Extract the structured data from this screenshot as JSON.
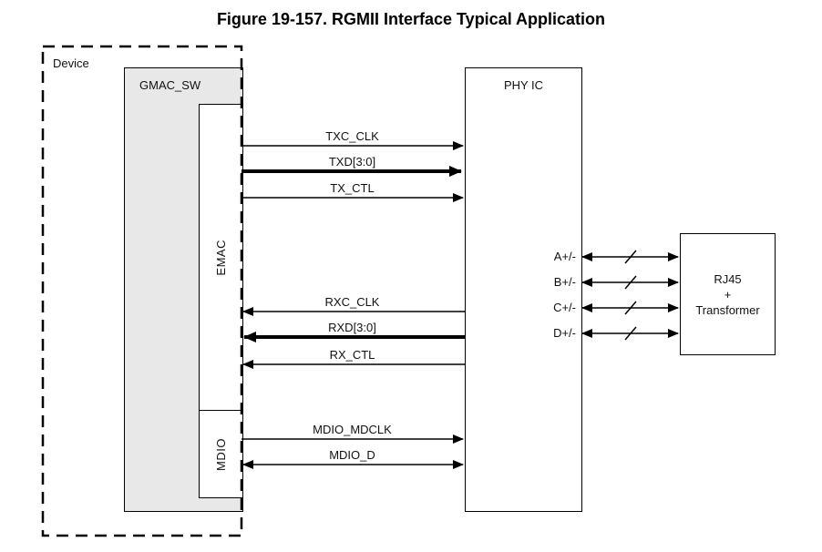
{
  "title": "Figure 19-157. RGMII Interface Typical Application",
  "device": {
    "label": "Device"
  },
  "gmac_sw": {
    "label": "GMAC_SW"
  },
  "emac": {
    "label": "EMAC"
  },
  "mdio_block": {
    "label": "MDIO"
  },
  "phy": {
    "label": "PHY IC"
  },
  "rj45": {
    "lines": [
      "RJ45",
      "+",
      "Transformer"
    ]
  },
  "signals": {
    "tx": [
      {
        "label": "TXC_CLK",
        "direction": "emac-to-phy",
        "bus": false
      },
      {
        "label": "TXD[3:0]",
        "direction": "emac-to-phy",
        "bus": true
      },
      {
        "label": "TX_CTL",
        "direction": "emac-to-phy",
        "bus": false
      }
    ],
    "rx": [
      {
        "label": "RXC_CLK",
        "direction": "phy-to-emac",
        "bus": false
      },
      {
        "label": "RXD[3:0]",
        "direction": "phy-to-emac",
        "bus": true
      },
      {
        "label": "RX_CTL",
        "direction": "phy-to-emac",
        "bus": false
      }
    ],
    "mdio": [
      {
        "label": "MDIO_MDCLK",
        "direction": "emac-to-phy"
      },
      {
        "label": "MDIO_D",
        "direction": "bidirectional"
      }
    ],
    "pairs": [
      {
        "label": "A+/-",
        "direction": "bidirectional"
      },
      {
        "label": "B+/-",
        "direction": "bidirectional"
      },
      {
        "label": "C+/-",
        "direction": "bidirectional"
      },
      {
        "label": "D+/-",
        "direction": "bidirectional"
      }
    ]
  },
  "colors": {
    "line": "#000000",
    "gmac_fill": "#e8e8e8",
    "background": "#ffffff",
    "text": "#111111"
  }
}
